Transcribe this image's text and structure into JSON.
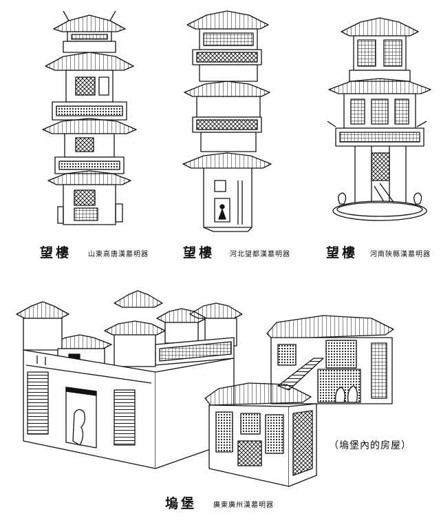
{
  "captions": {
    "tower1_title": "望樓",
    "tower1_source": "山東高唐漢墓明器",
    "tower2_title": "望樓",
    "tower2_source": "河北望都漢墓明器",
    "tower3_title": "望樓",
    "tower3_source": "河南陝縣漢墓明器",
    "fortress_title": "塢堡",
    "fortress_source": "廣東廣州漢墓明器",
    "inner_house_note": "（塢堡內的房屋）"
  },
  "colors": {
    "ink": "#111111",
    "paper": "#ffffff"
  }
}
